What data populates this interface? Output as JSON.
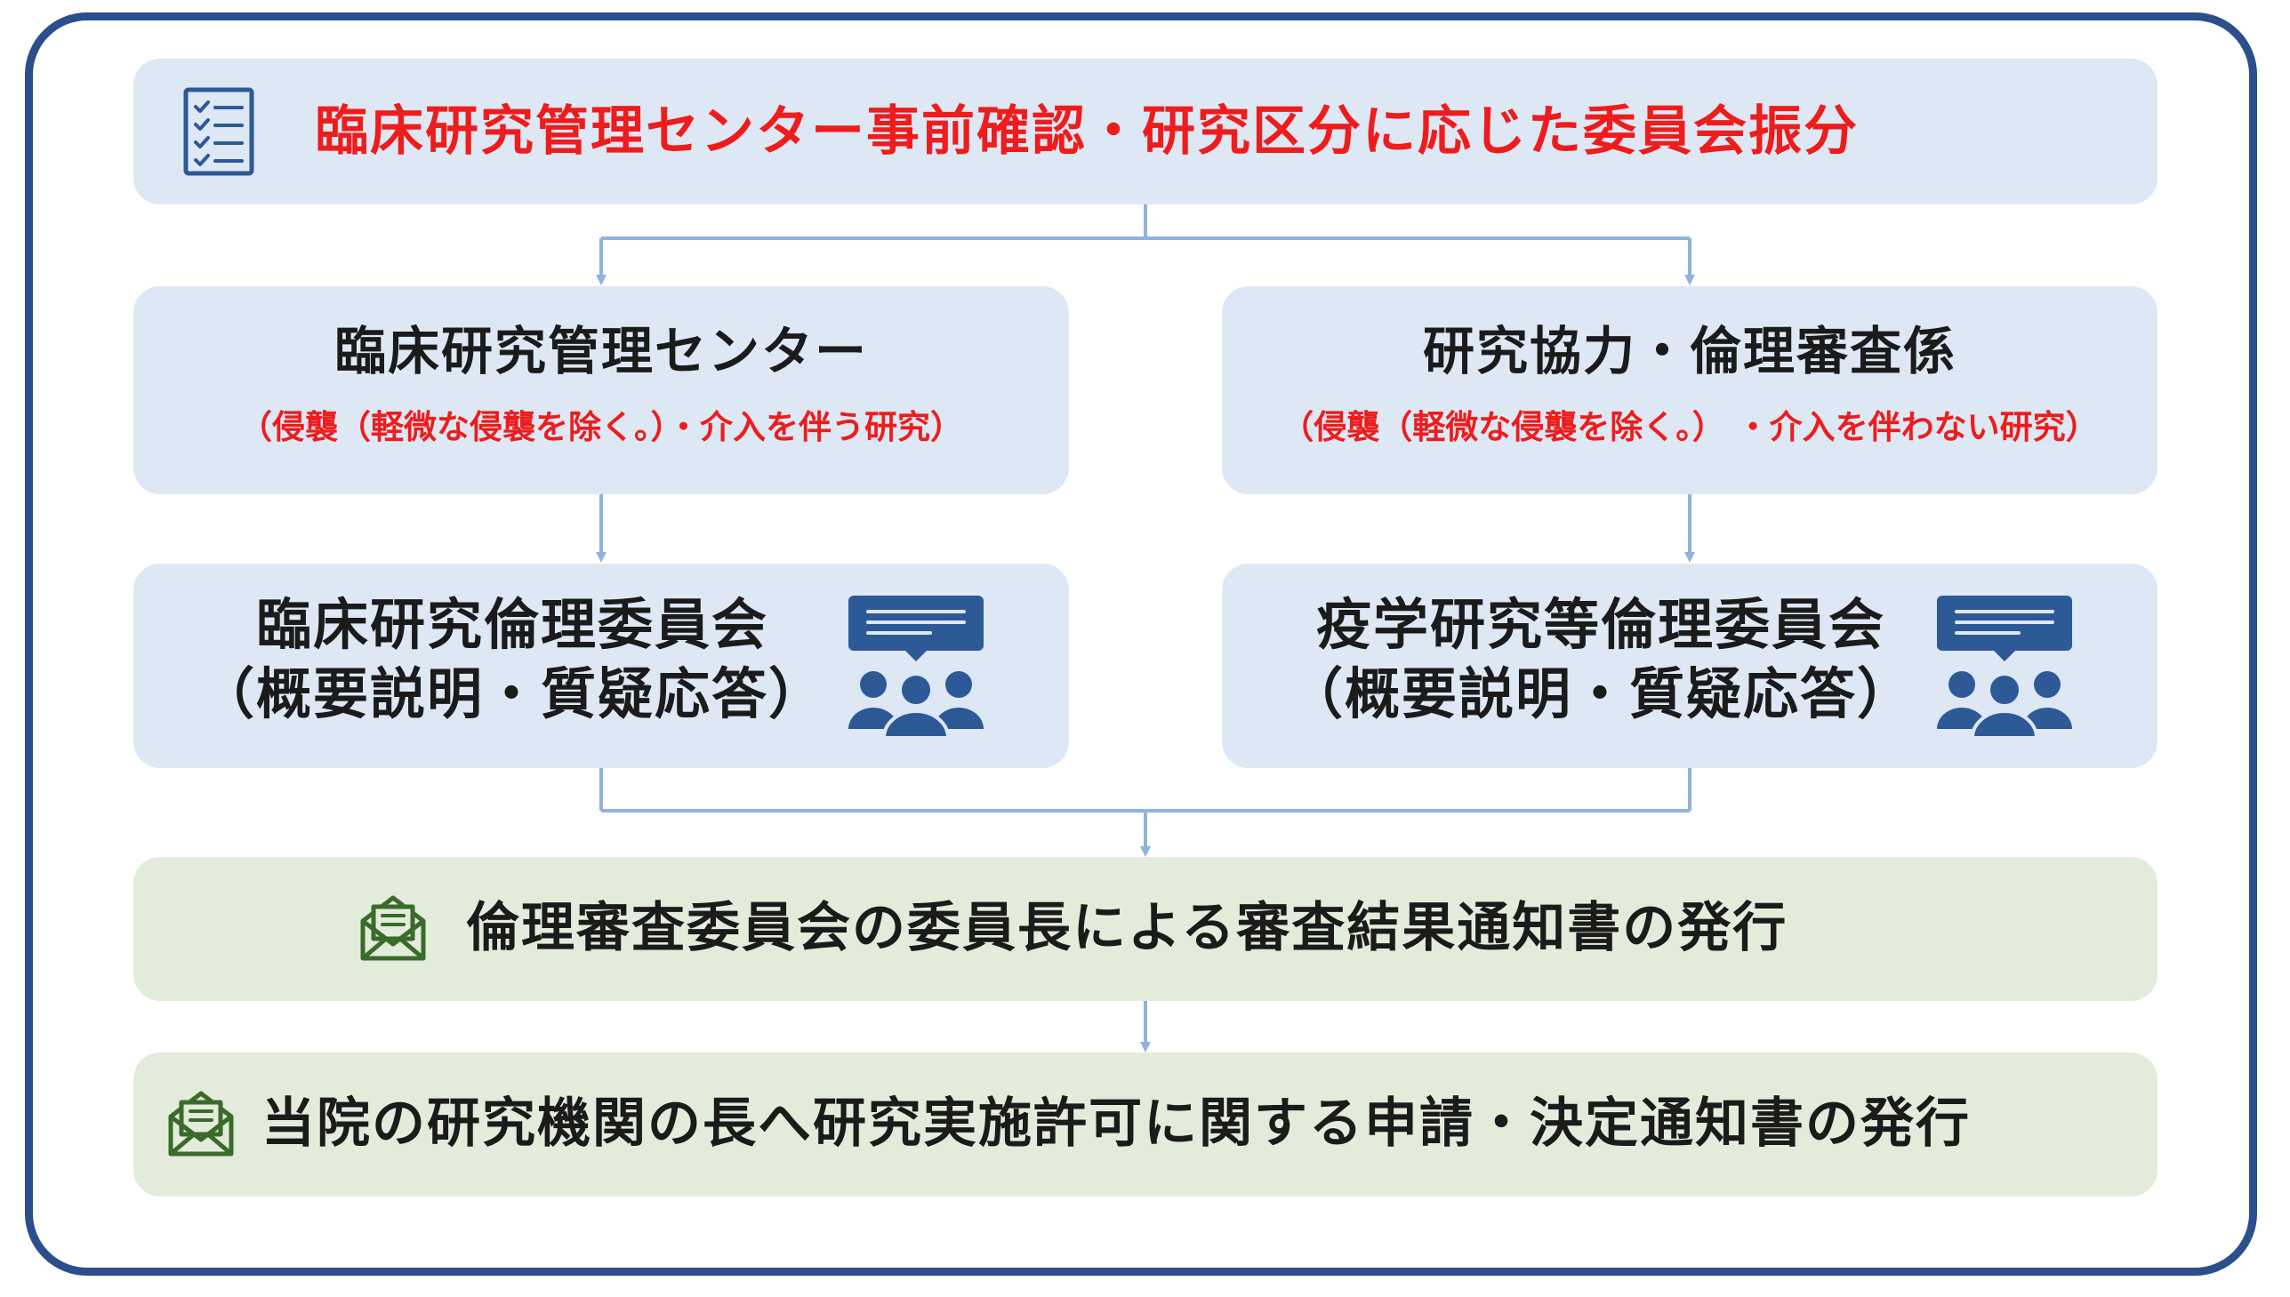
{
  "top": {
    "label": "臨床研究管理センター事前確認・研究区分に応じた委員会振分",
    "icon": "checklist-icon"
  },
  "left_branch": {
    "title": "臨床研究管理センター",
    "subtitle": "（侵襲（軽微な侵襲を除く。）・介入を伴う研究）"
  },
  "right_branch": {
    "title": "研究協力・倫理審査係",
    "subtitle": "（侵襲（軽微な侵襲を除く。） ・介入を伴わない研究）"
  },
  "left_committee": {
    "line1": "臨床研究倫理委員会",
    "line2": "（概要説明・質疑応答）",
    "icon": "meeting-icon"
  },
  "right_committee": {
    "line1": "疫学研究等倫理委員会",
    "line2": "（概要説明・質疑応答）",
    "icon": "meeting-icon"
  },
  "step_notice": {
    "label": "倫理審査委員会の委員長による審査結果通知書の発行",
    "icon": "mail-icon"
  },
  "step_permit": {
    "label": "当院の研究機関の長へ研究実施許可に関する申請・決定通知書の発行",
    "icon": "mail-icon"
  },
  "colors": {
    "frame": "#2b4e8c",
    "blue_box": "#dde8f4",
    "green_box": "#e3ecdb",
    "accent_red": "#ee1c1c",
    "connector": "#8fb3dc",
    "icon_blue": "#2d5a96",
    "icon_green": "#3a6b2b"
  }
}
